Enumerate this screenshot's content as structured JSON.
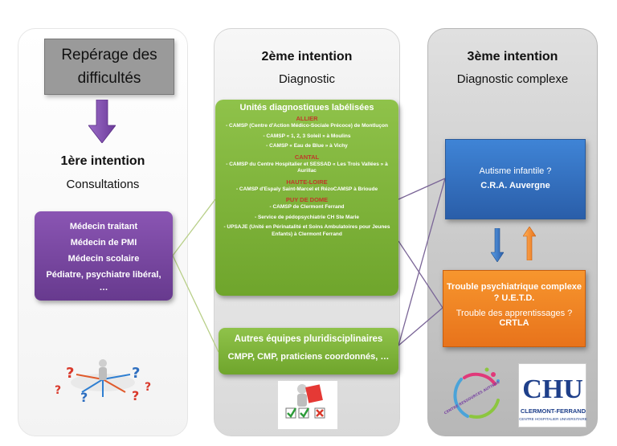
{
  "left": {
    "reperage": "Repérage des difficultés",
    "intention_title": "1ère intention",
    "intention_sub": "Consultations",
    "box": [
      "Médecin traitant",
      "Médecin de PMI",
      "Médecin scolaire",
      "Pédiatre, psychiatre libéral,",
      "…"
    ]
  },
  "middle": {
    "intention_title": "2ème intention",
    "intention_sub": "Diagnostic",
    "labelled_title": "Unités diagnostiques labélisées",
    "depts": [
      {
        "name": "ALLIER",
        "items": [
          "- CAMSP (Centre d'Action Médico-Sociale Précoce) de Montluçon",
          "- CAMSP « 1, 2, 3 Soleil » à Moulins",
          "- CAMSP « Eau de Blue » à Vichy"
        ]
      },
      {
        "name": "CANTAL",
        "items": [
          "- CAMSP du Centre Hospitalier et SESSAD « Les Trois Vallées » à Aurillac"
        ]
      },
      {
        "name": "HAUTE-LOIRE",
        "items": [
          "- CAMSP d'Espaly Saint-Marcel et RézoCAMSP à Brioude"
        ]
      },
      {
        "name": "PUY DE DOME",
        "items": [
          "- CAMSP de Clermont Ferrand",
          "- Service de pédopsychiatrie CH Ste Marie",
          "- UPSAJE (Unité en Périnatalité et Soins Ambulatoires pour Jeunes Enfants) à Clermont Ferrand"
        ]
      }
    ],
    "other_title": "Autres équipes pluridisciplinaires",
    "other_sub": "CMPP, CMP, praticiens coordonnés, …"
  },
  "right": {
    "intention_title": "3ème intention",
    "intention_sub": "Diagnostic complexe",
    "blue_line1": "Autisme infantile ?",
    "blue_line2": "C.R.A. Auvergne",
    "orange_line1": "Trouble psychiatrique complexe ? U.E.T.D.",
    "orange_line2": "Trouble des apprentissages ?",
    "orange_line3": "CRTLA"
  },
  "logos": {
    "cra_text": "CENTRE RESSOURCES AUTISME",
    "chu_letters": "CHU",
    "chu_name": "CLERMONT-FERRAND",
    "chu_sub": "CENTRE HOSPITALIER UNIVERSITAIRE"
  },
  "colors": {
    "purple": "#7b48a3",
    "green": "#7cb342",
    "blue": "#3571c5",
    "orange": "#f08a24",
    "dept_red": "#c0392b"
  }
}
